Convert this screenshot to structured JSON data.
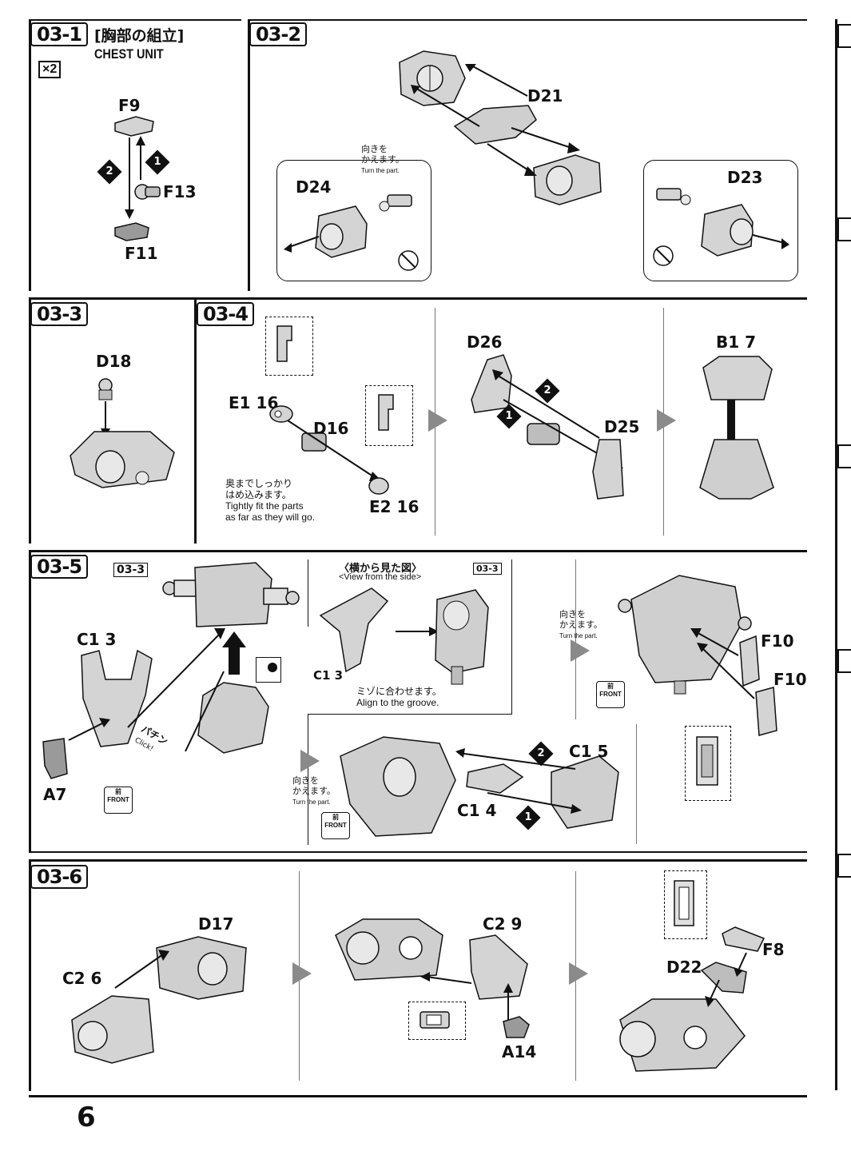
{
  "page_number": "6",
  "steps": {
    "s1": {
      "label": "03-1",
      "title_jp": "[胸部の組立]",
      "title_en": "CHEST UNIT",
      "qty": "×2",
      "parts": {
        "a": "F9",
        "b": "F13",
        "c": "F11"
      },
      "seq": {
        "one": "1",
        "two": "2"
      }
    },
    "s2": {
      "label": "03-2",
      "parts": {
        "a": "D21",
        "b": "D24",
        "c": "D23"
      },
      "note_jp1": "向きを",
      "note_jp2": "かえます。",
      "note_en": "Turn the part."
    },
    "s3": {
      "label": "03-3",
      "parts": {
        "a": "D18"
      }
    },
    "s4": {
      "label": "03-4",
      "parts": {
        "e1": "E1 16",
        "d16": "D16",
        "e2": "E2 16",
        "d26": "D26",
        "d25": "D25",
        "b1": "B1 7"
      },
      "note_jp1": "奥までしっかり",
      "note_jp2": "はめ込みます。",
      "note_en1": "Tightly fit the parts",
      "note_en2": "as far as they will go.",
      "seq": {
        "one": "1",
        "two": "2"
      }
    },
    "s5": {
      "label": "03-5",
      "ref": "03-3",
      "side_jp": "〈横から見た図〉",
      "side_en": "<View from the side>",
      "parts": {
        "c13": "C1 3",
        "a7": "A7",
        "c13b": "C1 3",
        "c15": "C1 5",
        "c14": "C1 4",
        "f10a": "F10",
        "f10b": "F10"
      },
      "groove_jp": "ミゾに合わせます。",
      "groove_en": "Align to the groove.",
      "click": "パチン",
      "click_en": "Click!",
      "turn_jp1": "向きを",
      "turn_jp2": "かえます。",
      "turn_en": "Turn the part.",
      "front_jp": "前",
      "front_en": "FRONT",
      "seq": {
        "one": "1",
        "two": "2"
      }
    },
    "s6": {
      "label": "03-6",
      "parts": {
        "c26": "C2 6",
        "d17": "D17",
        "c29": "C2 9",
        "a14": "A14",
        "f8": "F8",
        "d22": "D22"
      }
    }
  },
  "colors": {
    "ink": "#111111",
    "arrow_grey": "#8a8a8a",
    "part_fill": "#d4d4d4",
    "part_shade": "#9a9a9a"
  }
}
